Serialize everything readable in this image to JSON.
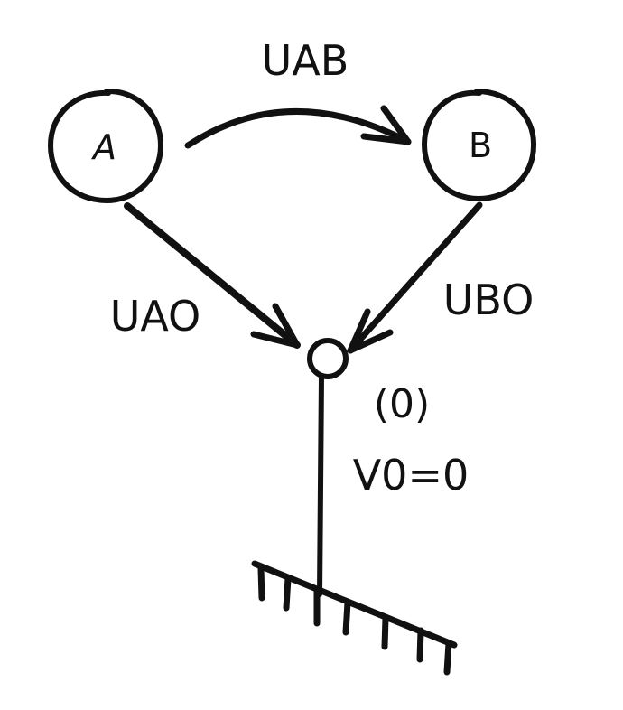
{
  "nodes": {
    "a": {
      "label": "A"
    },
    "b": {
      "label": "B"
    },
    "ground": {
      "label": "(0)",
      "potential": "V0=0"
    }
  },
  "edges": {
    "ab": {
      "label": "UAB"
    },
    "ao": {
      "label": "UAO"
    },
    "bo": {
      "label": "UBO"
    }
  },
  "colors": {
    "ink": "#111111",
    "background": "#ffffff"
  }
}
